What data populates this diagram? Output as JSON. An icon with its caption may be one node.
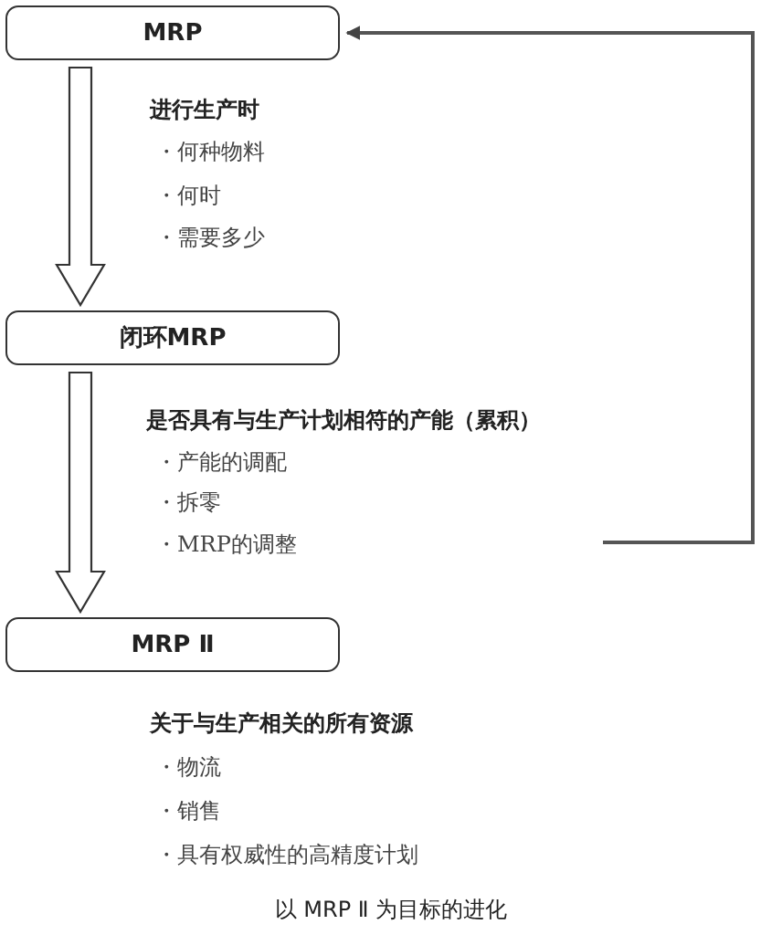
{
  "diagram": {
    "caption": "以 MRP Ⅱ 为目标的进化",
    "nodes": [
      {
        "text": [
          "MRP"
        ]
      },
      {
        "text": [
          "闭环MRP"
        ]
      },
      {
        "text": [
          "MRP Ⅱ"
        ]
      },
      {
        "text": [
          "是否具有与生产计划相符的产能（累积）",
          "・产能的调配",
          "・拆零",
          "・MRP的调整"
        ]
      }
    ],
    "edges": [
      {
        "from": 0,
        "to": 1,
        "arrow": "to"
      },
      {
        "from": 1,
        "to": 2,
        "arrow": "to"
      },
      {
        "from": 3,
        "to": 0,
        "arrow": "to"
      }
    ],
    "labels": [
      "进行生产时",
      "・何种物料",
      "・何时",
      "・需要多少",
      "关于与生产相关的所有资源",
      "・物流",
      "・销售",
      "・具有权威性的高精度计划"
    ]
  }
}
